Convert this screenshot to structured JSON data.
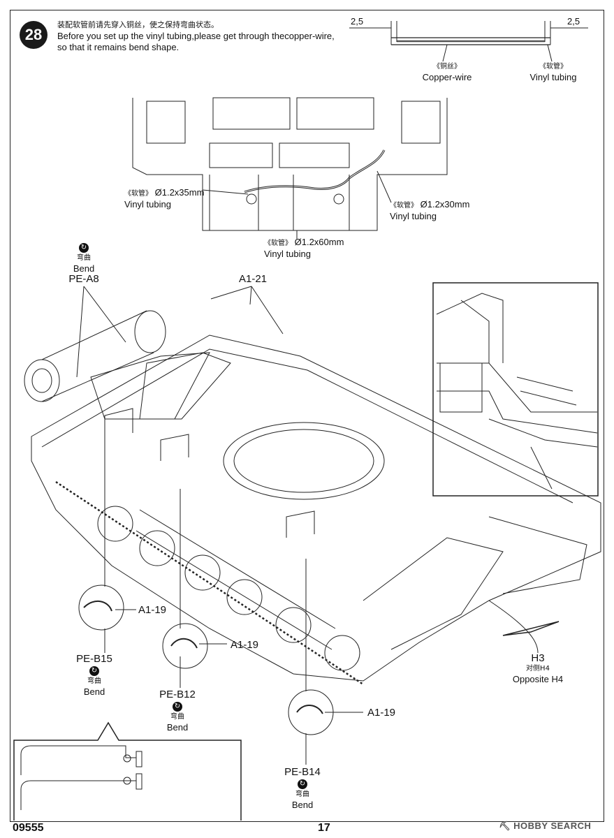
{
  "step": {
    "number": "28"
  },
  "instruction": {
    "cn": "装配软管前请先穿入铜丝，使之保持弯曲状态。",
    "en1": "Before you set up the vinyl tubing,please get through thecopper-wire,",
    "en2": "so that it remains bend shape."
  },
  "wire_diagram": {
    "dim_left": "2,5",
    "dim_right": "2,5",
    "copper_cn": "《铜丝》",
    "copper_en": "Copper-wire",
    "vinyl_cn": "《软管》",
    "vinyl_en": "Vinyl tubing"
  },
  "tubes": [
    {
      "cn": "《软管》",
      "size": "Ø1.2x35mm",
      "en": "Vinyl tubing"
    },
    {
      "cn": "《软管》",
      "size": "Ø1.2x30mm",
      "en": "Vinyl tubing"
    },
    {
      "cn": "《软管》",
      "size": "Ø1.2x60mm",
      "en": "Vinyl tubing"
    }
  ],
  "parts": {
    "pe_a8": {
      "bend_cn": "弯曲",
      "bend_en": "Bend",
      "code": "PE-A8"
    },
    "a1_21": "A1-21",
    "a1_19_1": "A1-19",
    "a1_19_2": "A1-19",
    "a1_19_3": "A1-19",
    "pe_b15": {
      "code": "PE-B15",
      "bend_cn": "弯曲",
      "bend_en": "Bend"
    },
    "pe_b12": {
      "code": "PE-B12",
      "bend_cn": "弯曲",
      "bend_en": "Bend"
    },
    "pe_b14": {
      "code": "PE-B14",
      "bend_cn": "弯曲",
      "bend_en": "Bend"
    },
    "h3": {
      "code": "H3",
      "opp_cn": "对侧H4",
      "opp_en": "Opposite H4"
    }
  },
  "footer": {
    "kit_number": "09555",
    "page_number": "17"
  },
  "watermark": {
    "text": "HOBBY SEARCH"
  }
}
